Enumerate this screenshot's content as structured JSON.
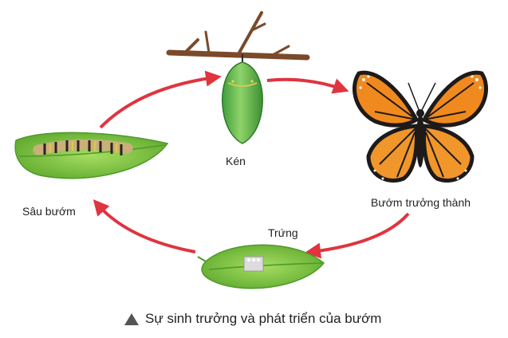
{
  "stages": {
    "pupa": "Kén",
    "adult": "Bướm trưởng thành",
    "egg": "Trứng",
    "caterpillar": "Sâu bướm"
  },
  "caption": "Sự sinh trưởng và phát triển của bướm",
  "colors": {
    "arrow": "#e0343f",
    "leaf": "#7cc241",
    "leaf_dark": "#4e9a2a",
    "branch": "#7a4a2a",
    "wing_orange": "#f08a1e",
    "wing_black": "#1e1a1a"
  }
}
